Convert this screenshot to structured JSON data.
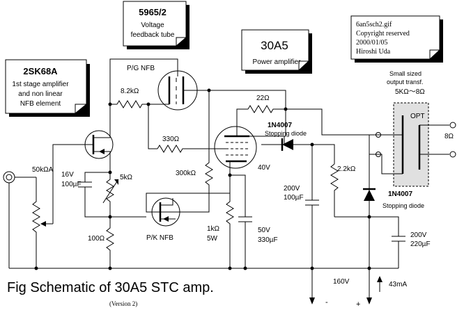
{
  "title": "Fig  Schematic of  30A5 STC amp.",
  "version": "(Version 2)",
  "file_note": {
    "lines": [
      "6an5sch2.gif",
      "Copyright reserved",
      "2000/01/05",
      "Hiroshi Uda"
    ]
  },
  "notes": {
    "sk68a": {
      "title": "2SK68A",
      "lines": [
        "1st stage  amplifier",
        "and non linear",
        "NFB element"
      ]
    },
    "t5965": {
      "title": "5965/2",
      "lines": [
        "Voltage",
        "feedback tube"
      ]
    },
    "t30a5": {
      "title": "30A5",
      "lines": [
        "Power amplifier"
      ]
    }
  },
  "labels": {
    "pg_nfb": "P/G NFB",
    "pk_nfb": "P/K NFB",
    "r_8k2": "8.2kΩ",
    "r_22": "22Ω",
    "r_330": "330Ω",
    "r_300k": "300kΩ",
    "r_5k": "5kΩ",
    "r_100": "100Ω",
    "r_1k_a": "1kΩ",
    "r_1k_b": "5W",
    "r_2k2": "2.2kΩ",
    "vol": "50kΩA",
    "c16_a": "16V",
    "c16_b": "100µF",
    "c50_a": "50V",
    "c50_b": "330µF",
    "c200a_a": "200V",
    "c200a_b": "100µF",
    "c200b_a": "200V",
    "c200b_b": "220µF",
    "d1_name": "1N4007",
    "d1_desc": "Stopping diode",
    "d2_name": "1N4007",
    "d2_desc": "Stopping diode",
    "v40": "40V",
    "opt_a": "Small sized",
    "opt_b": "output transf.",
    "opt_c": "5KΩ～8Ω",
    "opt": "OPT",
    "out8": "8Ω",
    "v160": "160V",
    "ma43": "43mA",
    "minus": "-",
    "plus": "+"
  }
}
